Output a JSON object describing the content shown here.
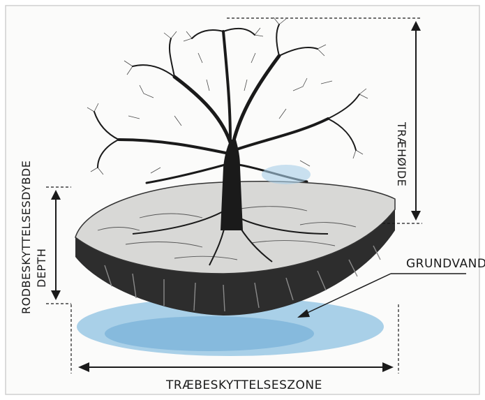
{
  "labels": {
    "tree_height": "TRÆHØIDE",
    "root_depth_line1": "RODBESKYTTELSESDYBDE",
    "root_depth_line2": "DEPTH",
    "groundwater": "GRUNDVAND",
    "protection_zone": "TRÆBESKYTTELSESZONE"
  },
  "colors": {
    "ink": "#1a1a1a",
    "water": "#7fb6dc",
    "soil": "#2b2b2b",
    "ground": "#cfcfcf",
    "paper": "#f5f5f3"
  }
}
